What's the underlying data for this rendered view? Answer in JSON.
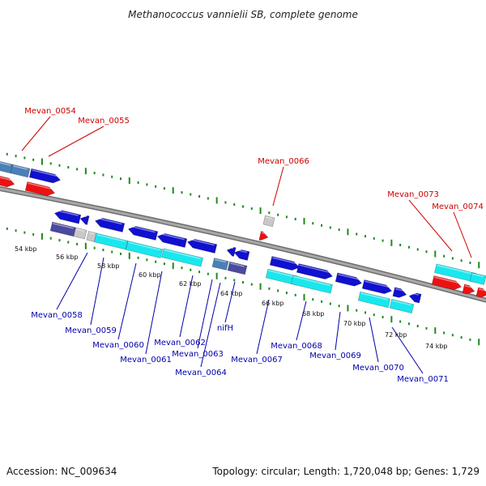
{
  "title": "Methanococcus vannielii SB, complete genome",
  "footer": {
    "accession": "Accession: NC_009634",
    "summary": "Topology: circular; Length: 1,720,048 bp; Genes: 1,729"
  },
  "colors": {
    "backbone": "#8a8a8a",
    "tick": "#1e8a1e",
    "upper_label": "#cc0000",
    "lower_label": "#0000aa",
    "blue": "#1010d0",
    "cyan": "#18e8ee",
    "red": "#ee1111",
    "steelblue": "#4a80b8",
    "slate": "#4a4aa0",
    "grey": "#c8c8c8"
  },
  "scale_labels": [
    "54 kbp",
    "56 kbp",
    "58 kbp",
    "60 kbp",
    "62 kbp",
    "64 kbp",
    "66 kbp",
    "68 kbp",
    "70 kbp",
    "72 kbp",
    "74 kbp"
  ],
  "upper_labels": [
    "Mevan_0054",
    "Mevan_0055",
    "Mevan_0066",
    "Mevan_0073",
    "Mevan_0074"
  ],
  "lower_labels": [
    "Mevan_0058",
    "Mevan_0059",
    "Mevan_0060",
    "Mevan_0061",
    "Mevan_0062",
    "Mevan_0063",
    "Mevan_0064",
    "nifH",
    "Mevan_0067",
    "Mevan_0068",
    "Mevan_0069",
    "Mevan_0070",
    "Mevan_0071"
  ]
}
